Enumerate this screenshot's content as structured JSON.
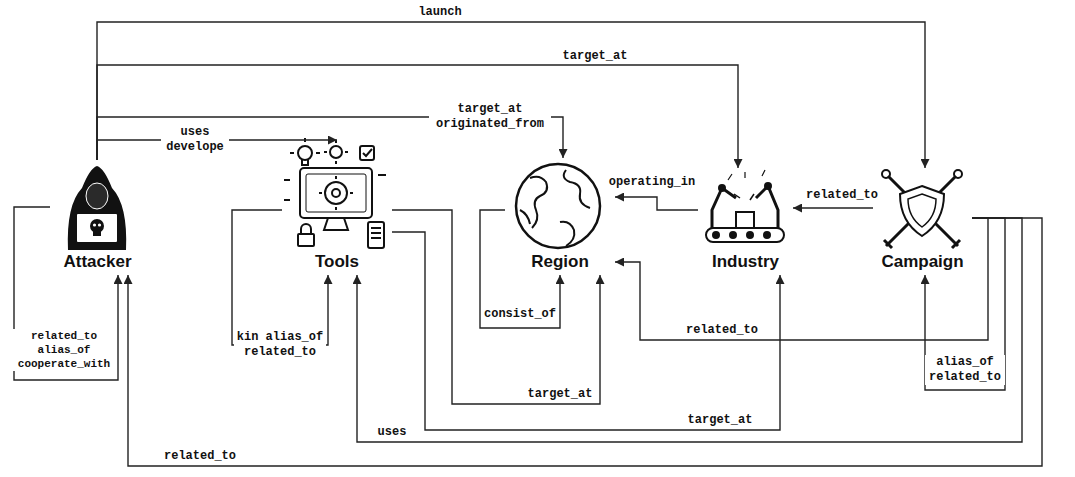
{
  "diagram": {
    "nodes": [
      {
        "text": [
          "Attacker"
        ]
      },
      {
        "text": [
          "Tools"
        ]
      },
      {
        "text": [
          "Region"
        ]
      },
      {
        "text": [
          "Industry"
        ]
      },
      {
        "text": [
          "Campaign"
        ]
      }
    ],
    "edges": [
      {
        "from": 0,
        "to": 4,
        "label": "launch",
        "arrow": "to"
      },
      {
        "from": 0,
        "to": 3,
        "label": "target_at",
        "arrow": "to"
      },
      {
        "from": 0,
        "to": 2,
        "label": "target_at originated_from",
        "arrow": "to"
      },
      {
        "from": 0,
        "to": 1,
        "label": "uses develope",
        "arrow": "to"
      },
      {
        "from": 0,
        "to": 0,
        "label": "related_to alias_of cooperate_with",
        "arrow": "to"
      },
      {
        "from": 1,
        "to": 1,
        "label": "kin alias_of related_to",
        "arrow": "to"
      },
      {
        "from": 2,
        "to": 2,
        "label": "consist_of",
        "arrow": "to"
      },
      {
        "from": 3,
        "to": 2,
        "label": "operating_in",
        "arrow": "to"
      },
      {
        "from": 4,
        "to": 3,
        "label": "related_to",
        "arrow": "to"
      },
      {
        "from": 4,
        "to": 2,
        "label": "related_to",
        "arrow": "to"
      },
      {
        "from": 4,
        "to": 4,
        "label": "alias_of related_to",
        "arrow": "to"
      },
      {
        "from": 1,
        "to": 2,
        "label": "target_at",
        "arrow": "to"
      },
      {
        "from": 1,
        "to": 3,
        "label": "target_at",
        "arrow": "to"
      },
      {
        "from": 4,
        "to": 1,
        "label": "uses",
        "arrow": "to"
      },
      {
        "from": 4,
        "to": 0,
        "label": "related_to",
        "arrow": "to"
      }
    ]
  }
}
